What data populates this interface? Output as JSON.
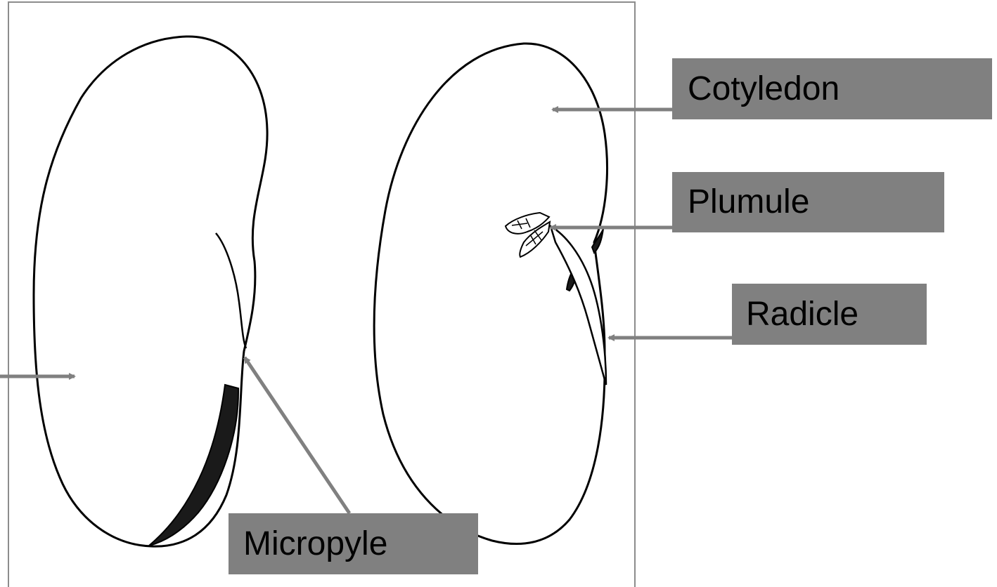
{
  "labels": {
    "cotyledon": "Cotyledon",
    "plumule": "Plumule",
    "radicle": "Radicle",
    "micropyle": "Micropyle"
  },
  "colors": {
    "label_fill": "#808080",
    "arrow": "#808080",
    "outline": "#000000",
    "frame": "#8c8c8c",
    "hilum": "#1a1a1a"
  }
}
